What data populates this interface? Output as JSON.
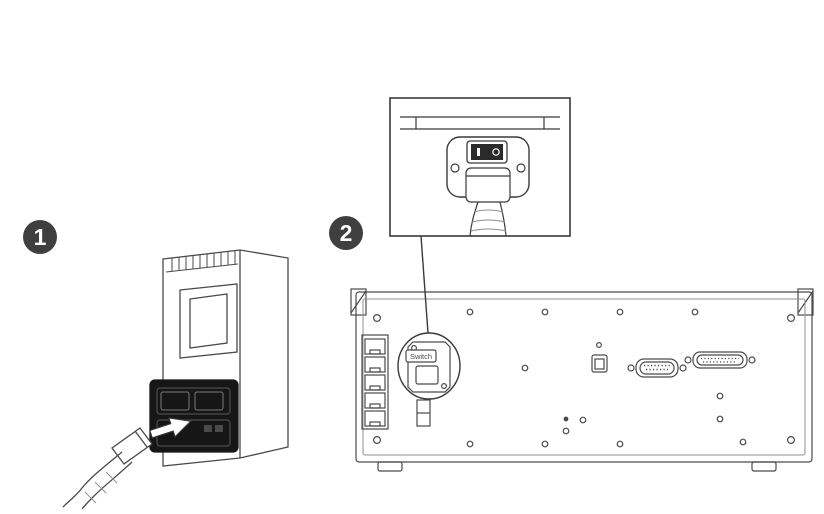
{
  "figure": {
    "steps": [
      {
        "number": "1"
      },
      {
        "number": "2"
      }
    ],
    "labels": {
      "switch": "Switch"
    },
    "colors": {
      "step_badge": "#3f3f3f",
      "line": "#4a4a4a",
      "line_light": "#8f8f8f",
      "inlet_block": "#161616",
      "background": "#ffffff"
    }
  }
}
